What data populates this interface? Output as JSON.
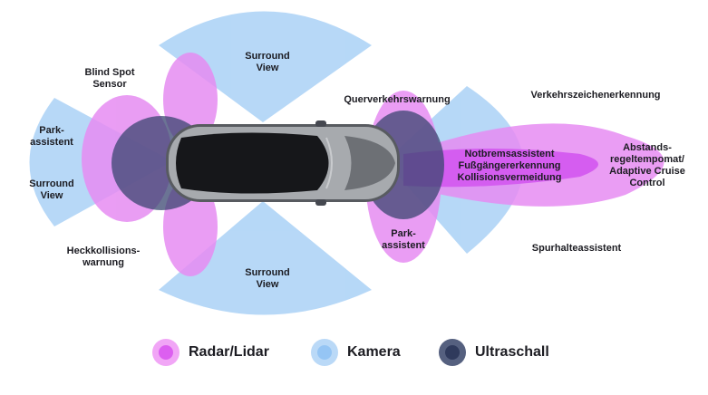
{
  "colors": {
    "radar": "#dc5ff0",
    "kamera": "#95c5f4",
    "ultraschall": "#2f3a5c"
  },
  "labels": {
    "blind_spot": "Blind Spot\nSensor",
    "park_left": "Park-\nassistent",
    "surround_left": "Surround\nView",
    "heckkollision": "Heckkollisions-\nwarnung",
    "surround_top": "Surround\nView",
    "surround_bottom": "Surround\nView",
    "querverkehr": "Querverkehrswarnung",
    "verkehrszeichen": "Verkehrszeichenerkennung",
    "notbrems": "Notbremsassistent\nFußgängererkennung\nKollisionsvermeidung",
    "abstand": "Abstands-\nregeltempomat/\nAdaptive Cruise\nControl",
    "park_front": "Park-\nassistent",
    "spurhalte": "Spurhalteassistent"
  },
  "legend": [
    {
      "key": "radar",
      "label": "Radar/Lidar"
    },
    {
      "key": "kamera",
      "label": "Kamera"
    },
    {
      "key": "ultraschall",
      "label": "Ultraschall"
    }
  ]
}
